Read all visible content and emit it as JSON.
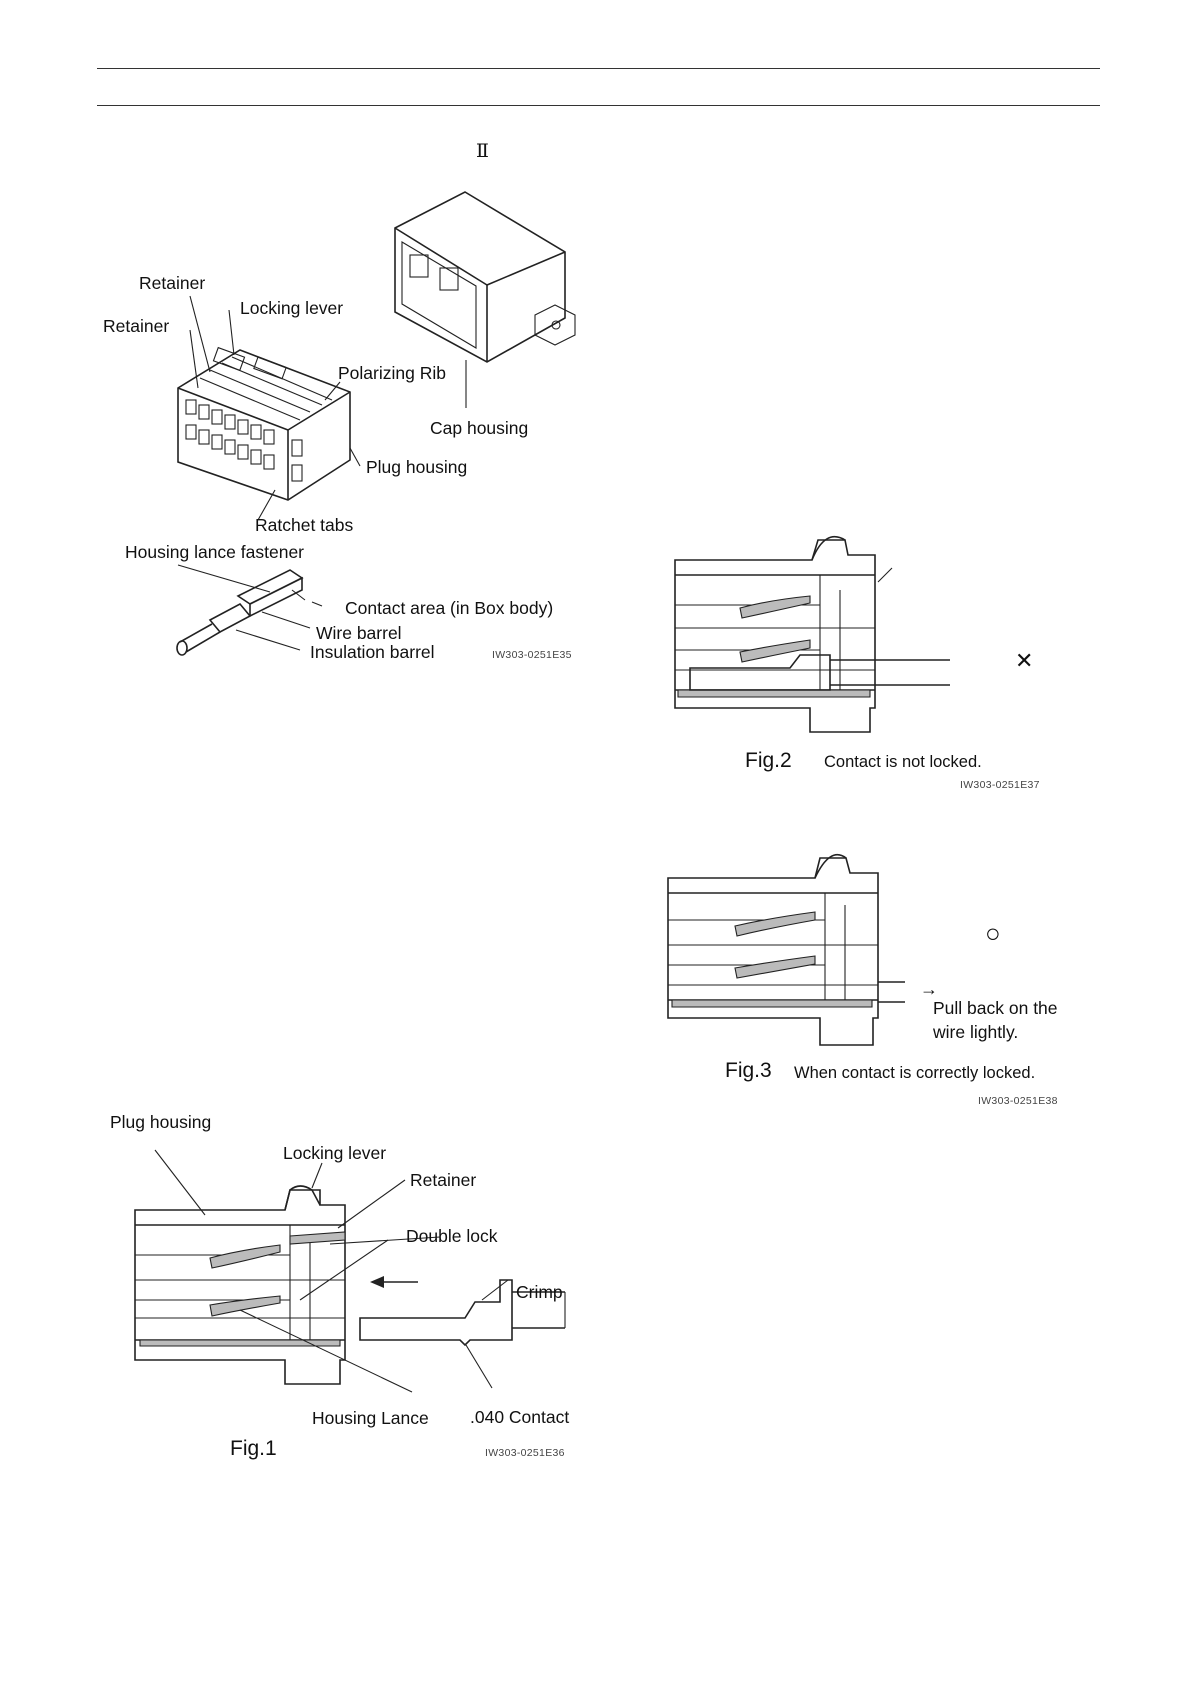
{
  "section_marker": "Ⅱ",
  "fig_top": {
    "labels": {
      "retainer_1": "Retainer",
      "retainer_2": "Retainer",
      "locking_lever": "Locking lever",
      "polarizing_rib": "Polarizing Rib",
      "cap_housing": "Cap housing",
      "plug_housing": "Plug housing",
      "ratchet_tabs": "Ratchet tabs",
      "housing_lance_fastener": "Housing lance fastener",
      "contact_area": "Contact area (in Box body)",
      "wire_barrel": "Wire barrel",
      "insulation_barrel": "Insulation barrel"
    },
    "code": "IW303-0251E35"
  },
  "fig1": {
    "label": "Fig.1",
    "code": "IW303-0251E36",
    "labels": {
      "plug_housing": "Plug housing",
      "locking_lever": "Locking lever",
      "retainer": "Retainer",
      "double_lock": "Double lock",
      "crimp": "Crimp",
      "housing_lance": "Housing Lance",
      "contact": ".040 Contact"
    }
  },
  "fig2": {
    "label": "Fig.2",
    "caption": "Contact is not locked.",
    "code": "IW303-0251E37",
    "mark": "✕"
  },
  "fig3": {
    "label": "Fig.3",
    "caption": "When contact is correctly locked.",
    "code": "IW303-0251E38",
    "mark": "○",
    "arrow": "→",
    "note_line1": "Pull back on the",
    "note_line2": "wire lightly."
  }
}
